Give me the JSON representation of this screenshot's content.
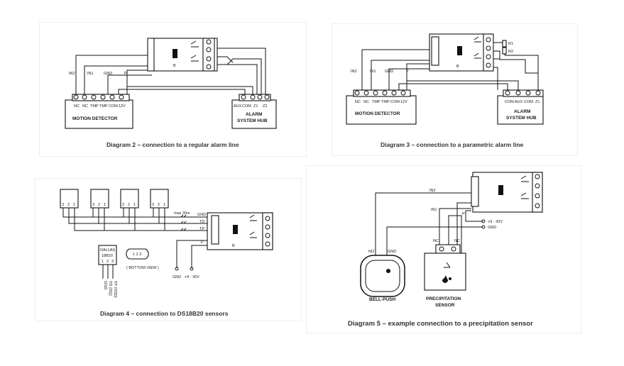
{
  "diagram2": {
    "caption": "Diagram 2 – connection to a regular alarm line",
    "wire_labels": [
      "IN2",
      "IN1",
      "GND",
      "P"
    ],
    "module_label": "B",
    "detector": {
      "name": "MOTION DETECTOR",
      "terminals": [
        "NC",
        "NC",
        "TMP",
        "TMP",
        "COM",
        "12V"
      ]
    },
    "hub": {
      "name_line1": "ALARM",
      "name_line2": "SYSTEM HUB",
      "terminals": [
        "AUX",
        "COM",
        "Z1",
        "Z2"
      ]
    }
  },
  "diagram3": {
    "caption": "Diagram 3 – connection to a parametric alarm line",
    "wire_labels": [
      "IN2",
      "IN1",
      "GND",
      "P"
    ],
    "resistors": [
      "R1",
      "R2"
    ],
    "module_label": "B",
    "detector": {
      "name": "MOTION DETECTOR",
      "terminals": [
        "NC",
        "NC",
        "TMP",
        "TMP",
        "COM",
        "12V"
      ]
    },
    "hub": {
      "name_line1": "ALARM",
      "name_line2": "SYSTEM HUB",
      "terminals": [
        "COM",
        "AUX",
        "COM",
        "Z1"
      ]
    }
  },
  "diagram4": {
    "caption": "Diagram 4 – connection to DS18B20 sensors",
    "sensor_pins": [
      "3",
      "2",
      "1"
    ],
    "max_length": "max 30m",
    "bus_labels": [
      "GND",
      "TD",
      "TP"
    ],
    "power_label": "P",
    "module_label": "B",
    "chip_name_line1": "DALLAS",
    "chip_name_line2": "18B20",
    "chip_pins": [
      "1",
      "2",
      "3"
    ],
    "chip_pin_labels": [
      "GND",
      "TD (DQ)",
      "TP (VDD)"
    ],
    "bottom_view_pins": "1 2 3",
    "bottom_view_label": "( BOTTOM VIEW )",
    "supply_labels": [
      "GND",
      "+9 - 30V"
    ]
  },
  "diagram5": {
    "caption": "Diagram 5 – example connection to a precipitation sensor",
    "wire_labels": [
      "IN2",
      "IN1",
      "P"
    ],
    "supply_labels": [
      "+9 - 30V",
      "GND"
    ],
    "bell_terminals": [
      "NO",
      "GND"
    ],
    "bell_name": "BELL-PUSH",
    "sensor_terminals": [
      "NC",
      "NC"
    ],
    "sensor_name_line1": "PRECIPITATION",
    "sensor_name_line2": "SENSOR"
  }
}
